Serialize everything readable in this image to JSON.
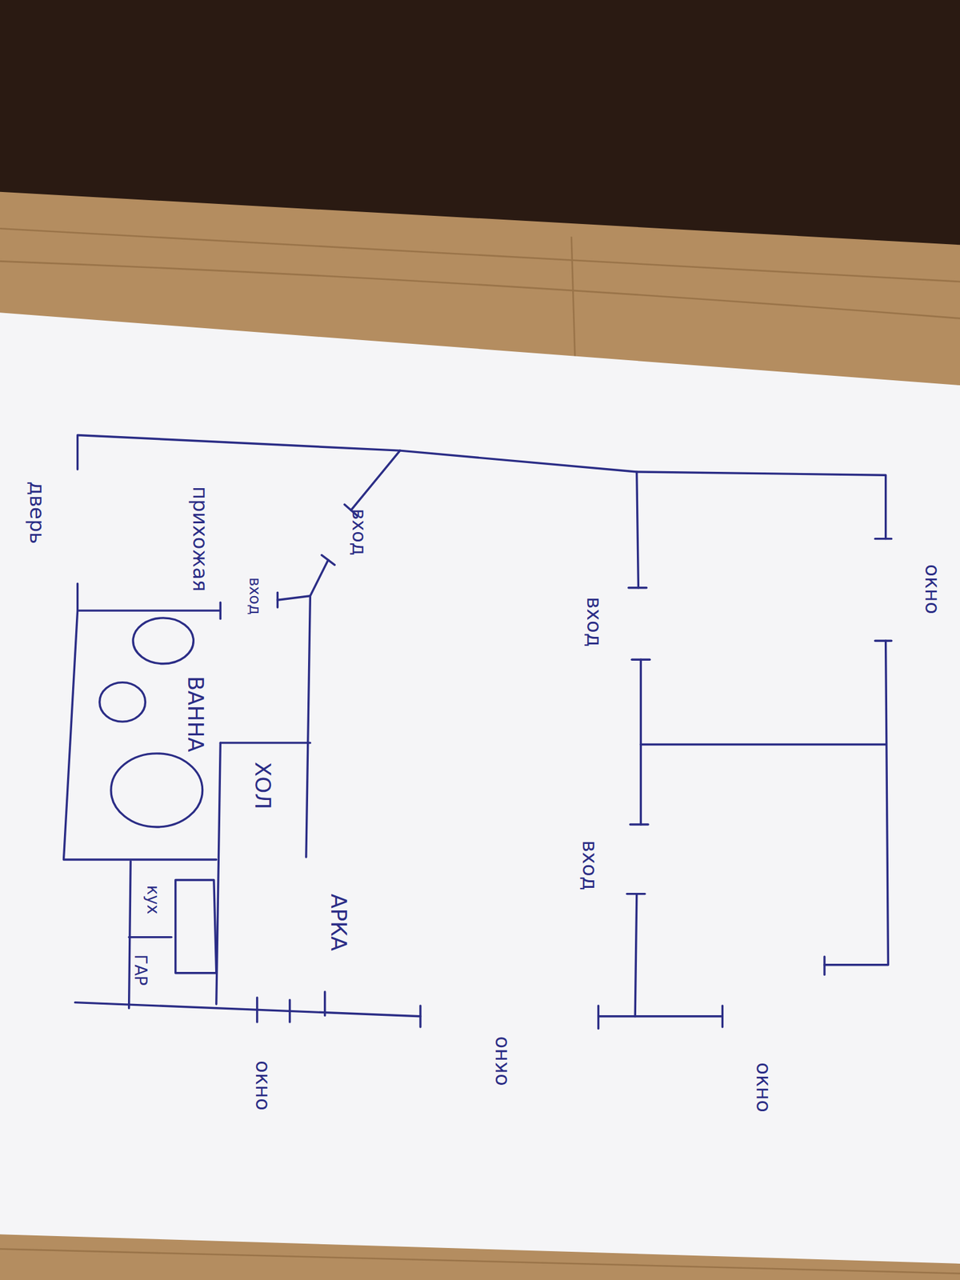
{
  "diagram": {
    "nodes": [
      {
        "text": [
          "ВАННА"
        ]
      },
      {
        "text": [
          "ХОЛ"
        ]
      },
      {
        "text": [
          "кух",
          "ГАР"
        ]
      }
    ],
    "labels": [
      "дверь",
      "прихожая",
      "вход",
      "вход",
      "АРКА",
      "окно",
      "окно",
      "вход",
      "вход",
      "окно",
      "окно"
    ]
  }
}
